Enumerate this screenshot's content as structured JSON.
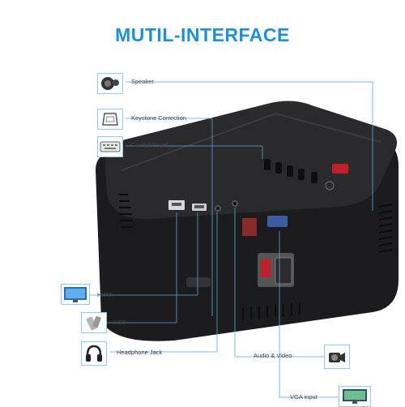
{
  "title": "MUTIL-INTERFACE",
  "callouts": {
    "speaker": "Speaker",
    "keystone": "Keystone Correction",
    "control_panel": "Control Panel",
    "hdmi": "HDMI",
    "usb": "USB",
    "headphone": "Headphone Jack",
    "vga": "VGA input",
    "audio_video": "Audio & Video"
  },
  "colors": {
    "title": "#1f8fd6",
    "callout_line": "#5aa6d8",
    "device_body": "#1c1c1e",
    "accent_red": "#c0202a"
  },
  "icons": {
    "speaker": "speaker-icon",
    "keystone": "keystone-icon",
    "control_panel": "keyboard-icon",
    "hdmi": "monitor-icon",
    "usb": "usb-drive-icon",
    "headphone": "headphones-icon",
    "vga": "vga-monitor-icon",
    "audio_video": "camcorder-icon"
  }
}
